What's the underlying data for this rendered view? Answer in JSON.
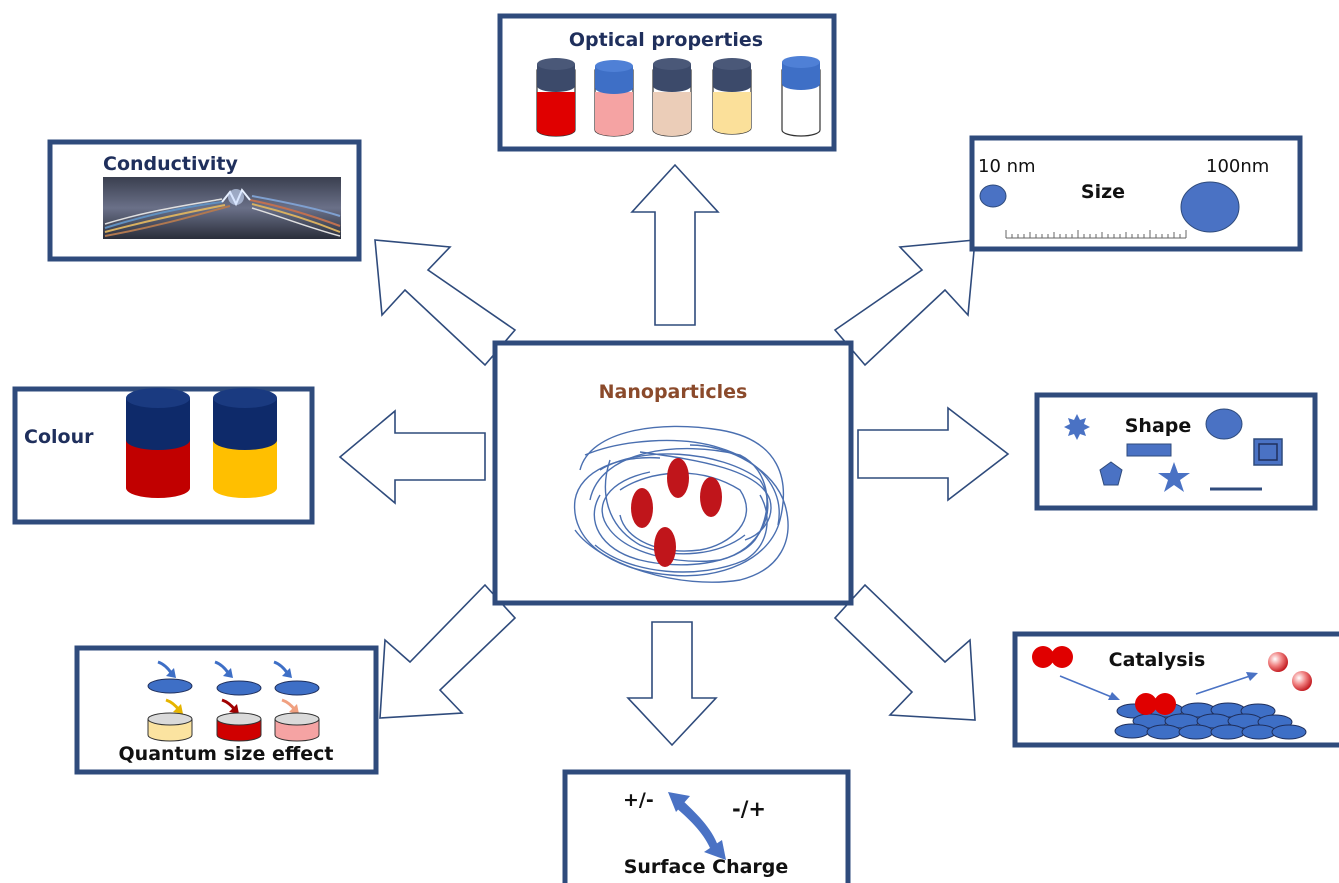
{
  "center": {
    "title": "Nanoparticles"
  },
  "optical": {
    "title": "Optical properties"
  },
  "conductivity": {
    "title": "Conductivity"
  },
  "size": {
    "title": "Size",
    "small_label": "10  nm",
    "large_label": "100nm"
  },
  "colour": {
    "title": "Colour"
  },
  "shape": {
    "title": "Shape"
  },
  "quantum": {
    "title": "Quantum  size  effect"
  },
  "surface": {
    "title": "Surface  Charge",
    "sign_left": "+/-",
    "sign_right": "-/+"
  },
  "catalysis": {
    "title": "Catalysis"
  },
  "colors": {
    "frame": "#2f4b7c",
    "particle_red": "#c0151b",
    "shape_blue": "#4a72c4",
    "title_brown": "#8b4a2b"
  }
}
